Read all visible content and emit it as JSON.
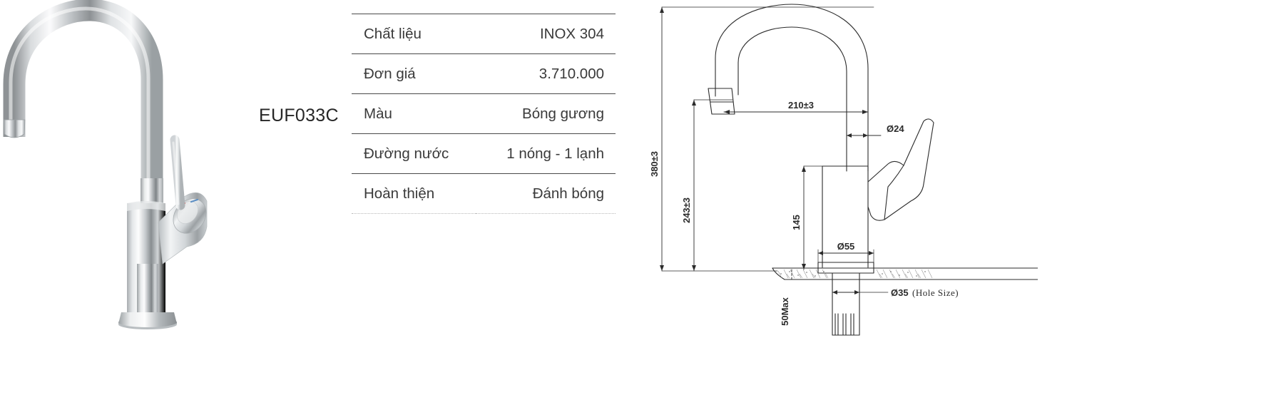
{
  "product": {
    "code": "EUF033C",
    "photo_alt": "chrome-kitchen-faucet"
  },
  "spec_table": {
    "rows": [
      {
        "label": "Chất liệu",
        "value": "INOX 304"
      },
      {
        "label": "Đơn giá",
        "value": "3.710.000"
      },
      {
        "label": "Màu",
        "value": "Bóng gương"
      },
      {
        "label": "Đường nước",
        "value": "1 nóng - 1 lạnh"
      },
      {
        "label": "Hoàn thiện",
        "value": "Đánh bóng"
      }
    ]
  },
  "drawing": {
    "dimensions": {
      "overall_height": "380±3",
      "spout_height": "243±3",
      "spout_reach": "210±3",
      "body_height": "145",
      "spout_diameter": "Ø24",
      "base_diameter": "Ø55",
      "hole_diameter": "Ø35",
      "hole_note": "(Hole Size)",
      "deck_thickness": "50Max"
    }
  },
  "colors": {
    "line": "#2b2b2b",
    "text": "#3c3c3c",
    "rule": "#4a4a4a",
    "dotted": "#b9b9b9"
  }
}
